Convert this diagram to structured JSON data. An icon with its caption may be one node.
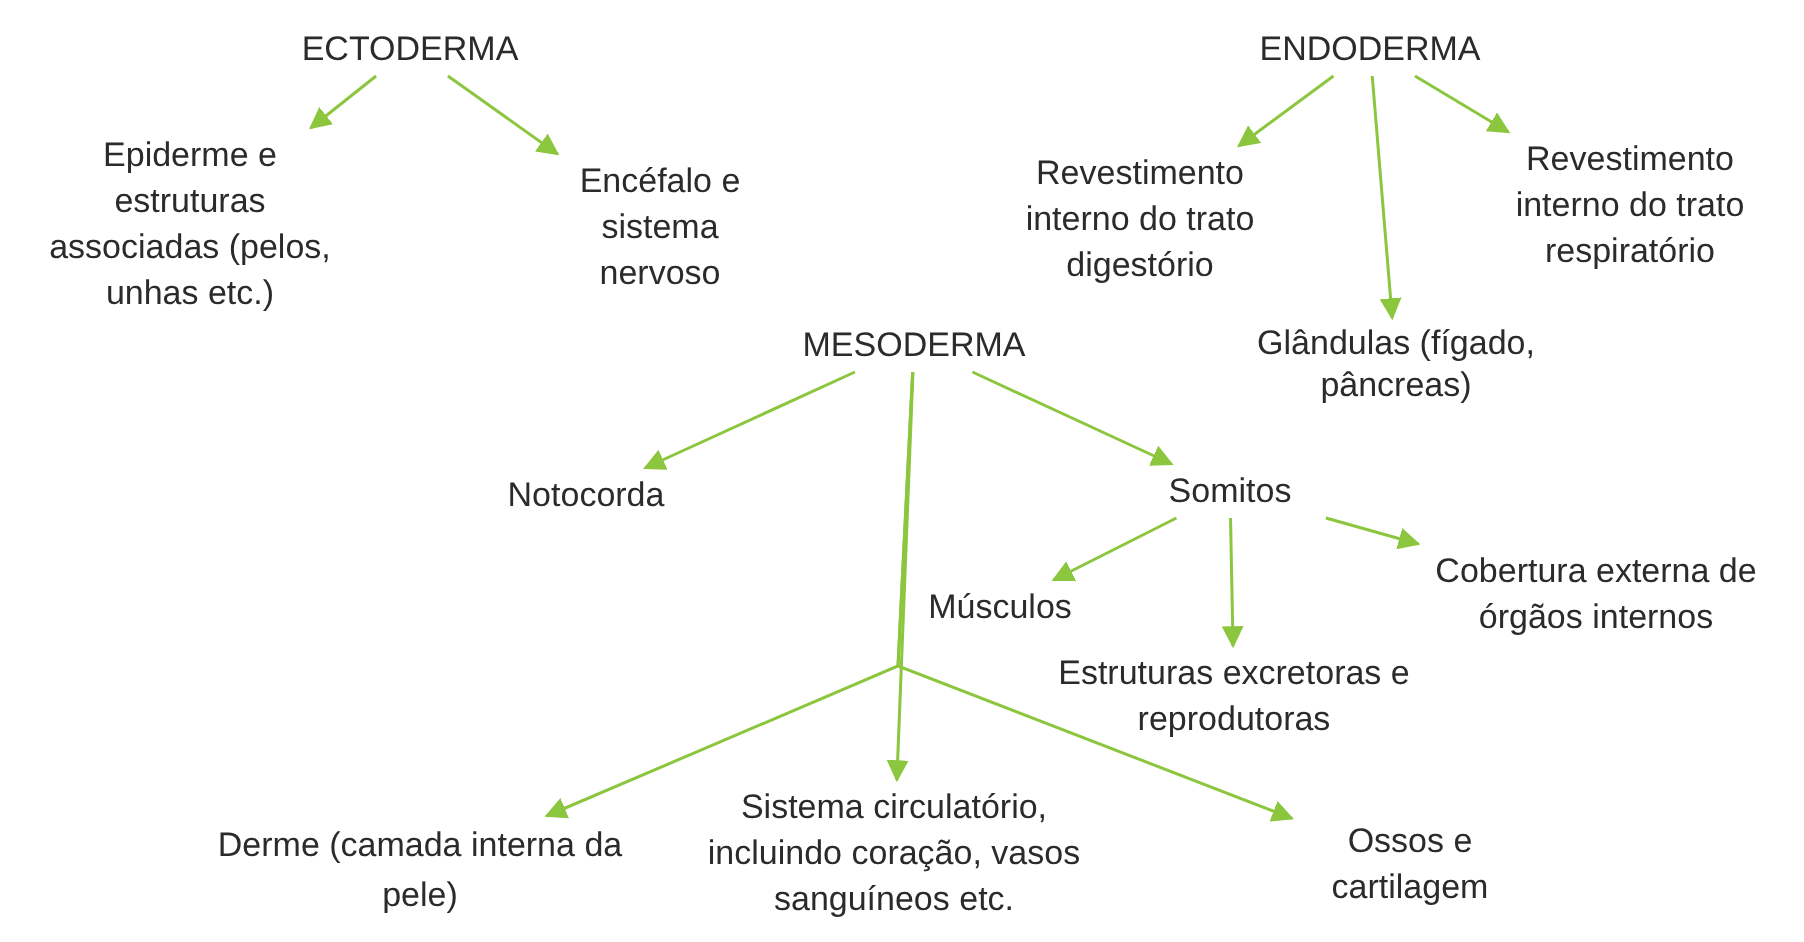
{
  "diagram": {
    "nodes": [
      {
        "text": [
          "ECTODERMA"
        ]
      },
      {
        "text": [
          "Epiderme e estruturas associadas (pelos, unhas etc.)"
        ]
      },
      {
        "text": [
          "Encéfalo e sistema nervoso"
        ]
      },
      {
        "text": [
          "ENDODERMA"
        ]
      },
      {
        "text": [
          "Revestimento interno do trato digestório"
        ]
      },
      {
        "text": [
          "Glândulas (fígado, pâncreas)"
        ]
      },
      {
        "text": [
          "Revestimento interno do trato respiratório"
        ]
      },
      {
        "text": [
          "MESODERMA"
        ]
      },
      {
        "text": [
          "Notocorda"
        ]
      },
      {
        "text": [
          "Somitos"
        ]
      },
      {
        "text": [
          "Músculos"
        ]
      },
      {
        "text": [
          "Estruturas excretoras e reprodutoras"
        ]
      },
      {
        "text": [
          "Cobertura externa de órgãos internos"
        ]
      },
      {
        "text": [
          "Derme (camada interna da pele)"
        ]
      },
      {
        "text": [
          "Sistema circulatório, incluindo coração, vasos sanguíneos etc."
        ]
      },
      {
        "text": [
          "Ossos e cartilagem"
        ]
      }
    ],
    "edges": [
      {
        "from": 0,
        "to": 1,
        "arrow": "to"
      },
      {
        "from": 0,
        "to": 2,
        "arrow": "to"
      },
      {
        "from": 3,
        "to": 4,
        "arrow": "to"
      },
      {
        "from": 3,
        "to": 5,
        "arrow": "to"
      },
      {
        "from": 3,
        "to": 6,
        "arrow": "to"
      },
      {
        "from": 7,
        "to": 8,
        "arrow": "to"
      },
      {
        "from": 7,
        "to": 9,
        "arrow": "to"
      },
      {
        "from": 7,
        "to": 14,
        "arrow": "to"
      },
      {
        "from": 7,
        "to": 13,
        "arrow": "to"
      },
      {
        "from": 7,
        "to": 15,
        "arrow": "to"
      },
      {
        "from": 9,
        "to": 10,
        "arrow": "to"
      },
      {
        "from": 9,
        "to": 11,
        "arrow": "to"
      },
      {
        "from": 9,
        "to": 12,
        "arrow": "to"
      }
    ]
  }
}
